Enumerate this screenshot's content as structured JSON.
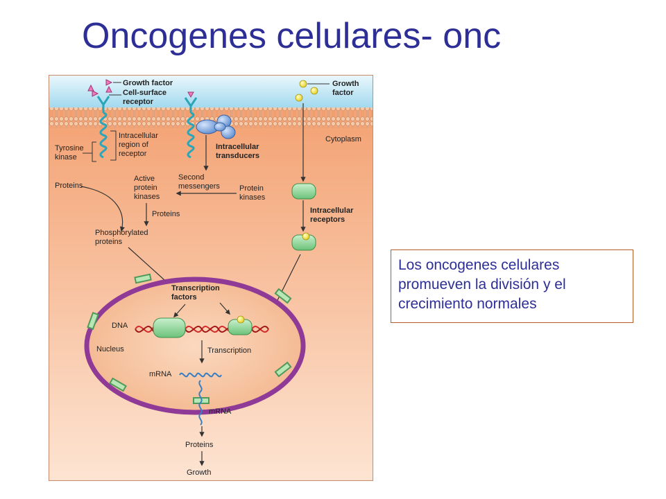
{
  "title": "Oncogenes celulares- onc",
  "note": {
    "lines": [
      "Los oncogenes celulares",
      "promueven la división  y el",
      "crecimiento normales"
    ]
  },
  "diagram": {
    "growth_factor_left": "Growth factor",
    "cell_surface_receptor": [
      "Cell-surface",
      "receptor"
    ],
    "growth_factor_right": [
      "Growth",
      "factor"
    ],
    "cytoplasm": "Cytoplasm",
    "intracellular_region": [
      "Intracellular",
      "region of",
      "receptor"
    ],
    "tyrosine_kinase": [
      "Tyrosine",
      "kinase"
    ],
    "intracellular_transducers": [
      "Intracellular",
      "transducers"
    ],
    "proteins_left": "Proteins",
    "second_messengers": [
      "Second",
      "messengers"
    ],
    "protein_kinases": [
      "Protein",
      "kinases"
    ],
    "active_protein_kinases": [
      "Active",
      "protein",
      "kinases"
    ],
    "proteins_mid": "Proteins",
    "phosphorylated_proteins": [
      "Phosphorylated",
      "proteins"
    ],
    "intracellular_receptors": [
      "Intracellular",
      "receptors"
    ],
    "transcription_factors": [
      "Transcription",
      "factors"
    ],
    "dna": "DNA",
    "nucleus": "Nucleus",
    "transcription": "Transcription",
    "mrna_inner": "mRNA",
    "mrna_outer": "mRNA",
    "proteins_bottom": "Proteins",
    "growth": "Growth"
  },
  "colors": {
    "title": "#2e2f96",
    "membrane_top": "#bfe6f5",
    "cytoplasm_bg_top": "#f39a66",
    "cytoplasm_bg_bottom": "#fde2cf",
    "nucleus_membrane": "#8e3a96",
    "nucleus_fill": "#f7c6a2",
    "protein_green": "#8fd39a",
    "dna_red": "#d42a2a",
    "mrna_blue": "#3a7fc0",
    "ligand_yellow": "#f2e24a",
    "transducer_blue": "#7aa3d8",
    "note_border": "#b5592a"
  }
}
